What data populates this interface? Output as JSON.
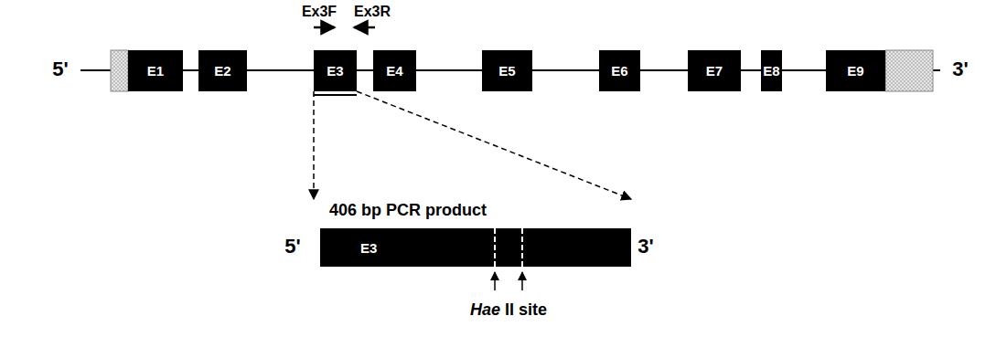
{
  "diagram": {
    "nodes": [
      {
        "text": [
          "E1"
        ]
      },
      {
        "text": [
          "E2"
        ]
      },
      {
        "text": [
          "E3"
        ]
      },
      {
        "text": [
          "E4"
        ]
      },
      {
        "text": [
          "E5"
        ]
      },
      {
        "text": [
          "E6"
        ]
      },
      {
        "text": [
          "E7"
        ]
      },
      {
        "text": [
          "E8"
        ]
      },
      {
        "text": [
          "E9"
        ]
      },
      {
        "text": [
          "406 bp PCR product",
          "E3"
        ]
      }
    ],
    "edges": [
      {
        "from": 2,
        "to": 9,
        "arrow": "to"
      },
      {
        "from": 2,
        "to": 9,
        "arrow": "to"
      }
    ],
    "labels": [
      "Ex3F",
      "Ex3R",
      "5'",
      "3'",
      "5'",
      "3'",
      "Hae II site"
    ]
  }
}
